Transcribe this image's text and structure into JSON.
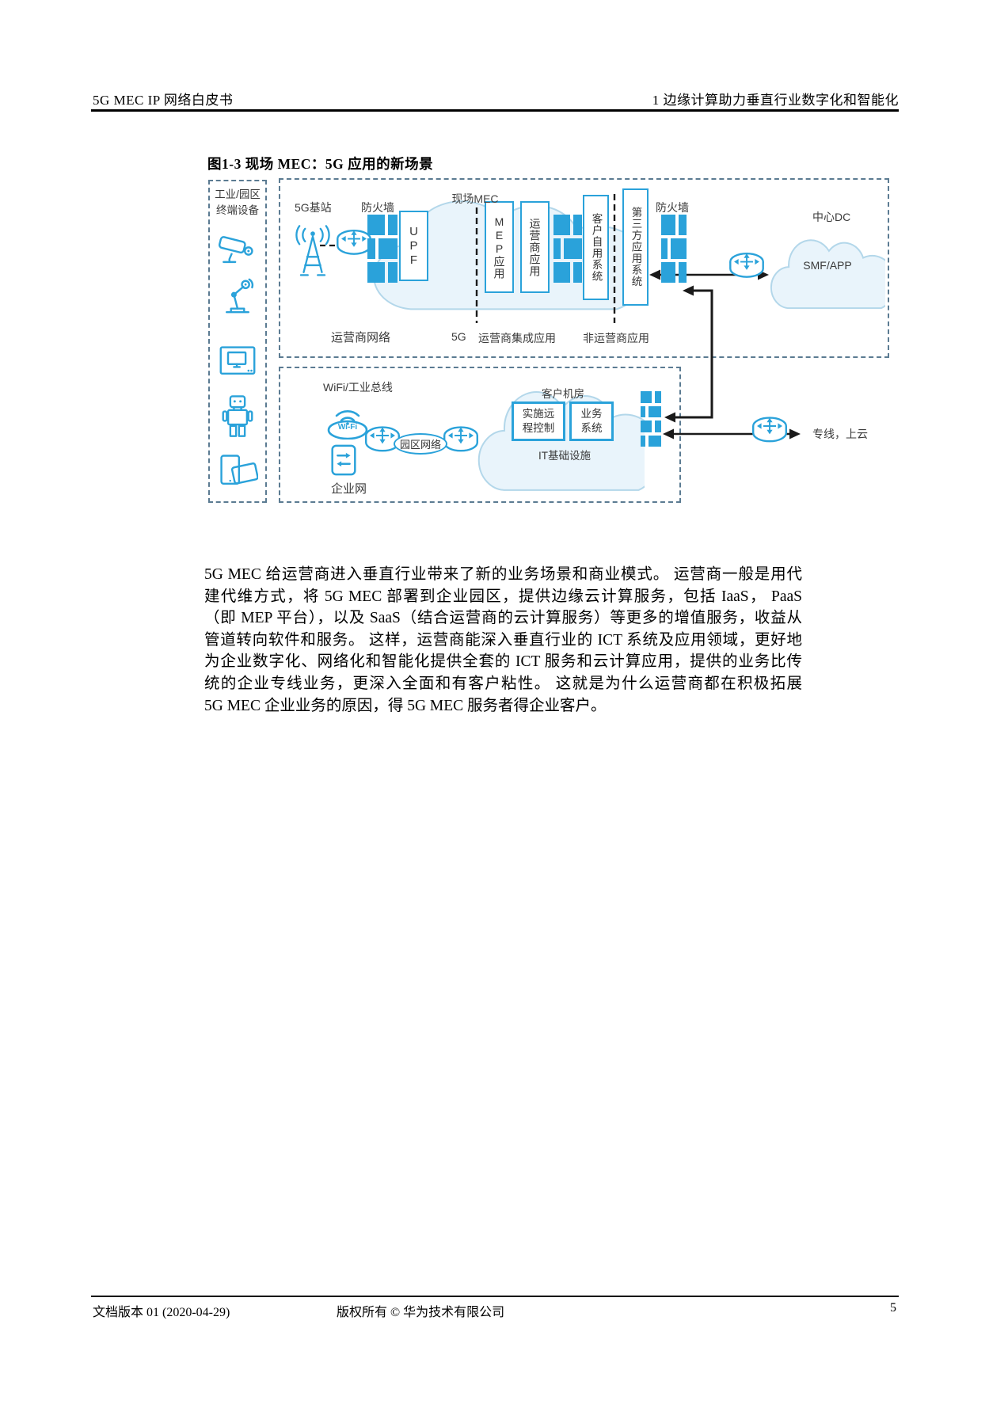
{
  "page": {
    "header_left": "5G MEC IP 网络白皮书",
    "header_right": "1  边缘计算助力垂直行业数字化和智能化",
    "figure_title": "图1-3 现场 MEC：5G 应用的新场景",
    "footer_left": "文档版本 01 (2020-04-29)",
    "footer_center": "版权所有 © 华为技术有限公司",
    "footer_page": "5"
  },
  "diagram": {
    "colors": {
      "accent_blue": "#2aa2da",
      "cloud_fill": "#e9f4fb",
      "cloud_stroke": "#b3d7ea",
      "dashed_border": "#5b7b92",
      "arrow_black": "#1a1a1a"
    },
    "left_panel": {
      "label_line1": "工业/园区",
      "label_line2": "终端设备",
      "icons": [
        "camera-icon",
        "robot-arm-icon",
        "monitor-icon",
        "robot-icon",
        "tablet-icon"
      ]
    },
    "operator_network": {
      "area_label": "运营商网络",
      "bts_label": "5G基站",
      "firewall_label_1": "防火墙",
      "upf_label": "UPF",
      "mec_cloud_label": "现场MEC",
      "mep_app_label": "MEP应用",
      "operator_app_label": "运营商应用",
      "customer_system_label": "客户自用系统",
      "third_party_label": "第三方应用系统",
      "firewall_label_2": "防火墙",
      "center_dc_label": "中心DC",
      "smf_app_label": "SMF/APP",
      "seg_5g": "5G",
      "seg_operator_integrated": "运营商集成应用",
      "seg_non_operator": "非运营商应用"
    },
    "enterprise_network": {
      "area_label": "企业网",
      "wifi_bus_label": "WiFi/工业总线",
      "wifi_icon_text": "Wi-Fi",
      "campus_network_label": "园区网络",
      "customer_room_label": "客户机房",
      "remote_control_label": "实施远程控制",
      "business_system_label": "业务系统",
      "it_infra_label": "IT基础设施"
    },
    "external": {
      "dedicated_line_label": "专线，上云"
    }
  },
  "body": {
    "lines": [
      "5G MEC 给运营商进入垂直行业带来了新的业务场景和商业模式。 运营商一般是用代",
      "建代维方式，将 5G MEC 部署到企业园区，提供边缘云计算服务，包括 IaaS， PaaS",
      "（即 MEP 平台），以及 SaaS（结合运营商的云计算服务）等更多的增值服务，收益从",
      "管道转向软件和服务。 这样，运营商能深入垂直行业的 ICT 系统及应用领域，更好地",
      "为企业数字化、网络化和智能化提供全套的 ICT 服务和云计算应用，提供的业务比传",
      "统的企业专线业务，更深入全面和有客户粘性。 这就是为什么运营商都在积极拓展",
      "5G MEC 企业业务的原因，得 5G MEC 服务者得企业客户。"
    ]
  }
}
